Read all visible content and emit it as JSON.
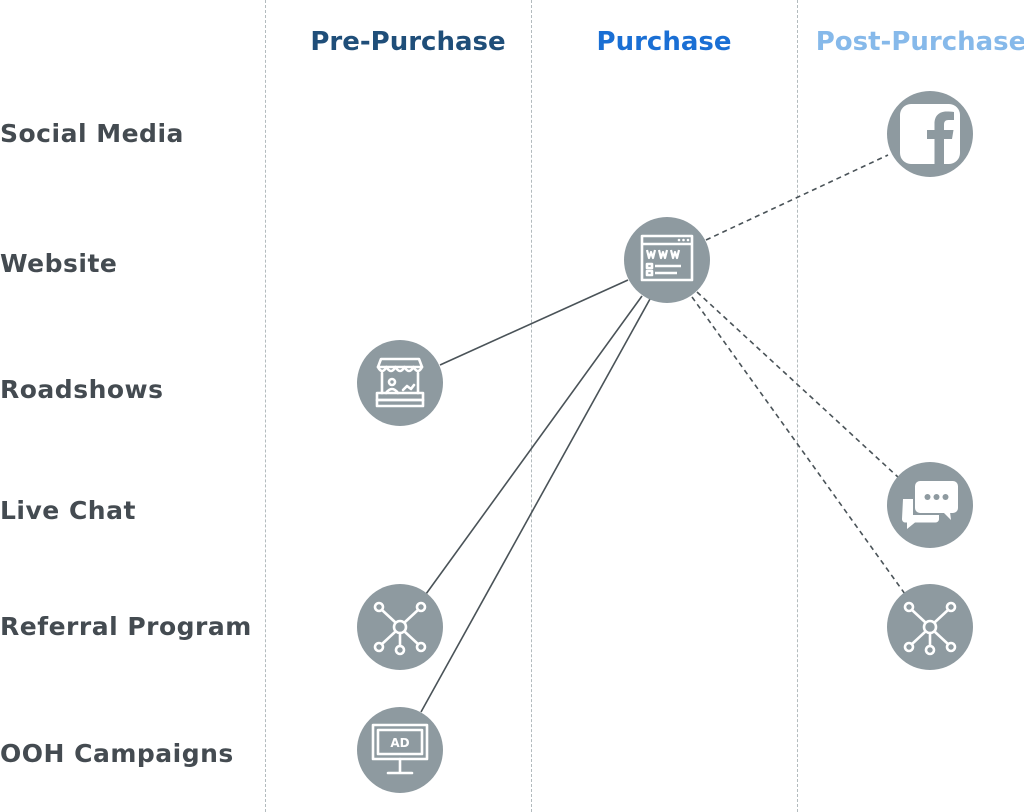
{
  "columns": {
    "pre_purchase": {
      "label": "Pre-Purchase",
      "color": "#1f4e79"
    },
    "purchase": {
      "label": "Purchase",
      "color": "#1a6fd4"
    },
    "post_purchase": {
      "label": "Post-Purchase",
      "color": "#86b9ea"
    }
  },
  "rows": {
    "social_media": "Social Media",
    "website": "Website",
    "roadshows": "Roadshows",
    "live_chat": "Live Chat",
    "referral_program": "Referral Program",
    "ooh_campaigns": "OOH Campaigns"
  },
  "nodes": {
    "facebook": {
      "icon": "facebook-icon",
      "row": "Social Media",
      "stage": "Post-Purchase"
    },
    "website": {
      "icon": "website-icon",
      "row": "Website",
      "stage": "Purchase"
    },
    "roadshow": {
      "icon": "storefront-icon",
      "row": "Roadshows",
      "stage": "Pre-Purchase"
    },
    "live_chat": {
      "icon": "chat-bubbles-icon",
      "row": "Live Chat",
      "stage": "Post-Purchase"
    },
    "referral_pre": {
      "icon": "network-icon",
      "row": "Referral Program",
      "stage": "Pre-Purchase"
    },
    "referral_post": {
      "icon": "network-icon",
      "row": "Referral Program",
      "stage": "Post-Purchase"
    },
    "ooh": {
      "icon": "billboard-icon",
      "row": "OOH Campaigns",
      "stage": "Pre-Purchase",
      "sign_text": "AD"
    }
  },
  "links": [
    {
      "from": "Roadshows",
      "to": "Website",
      "style": "solid"
    },
    {
      "from": "Referral Program (Pre-Purchase)",
      "to": "Website",
      "style": "solid"
    },
    {
      "from": "OOH Campaigns",
      "to": "Website",
      "style": "solid"
    },
    {
      "from": "Website",
      "to": "Social Media",
      "style": "dashed"
    },
    {
      "from": "Website",
      "to": "Live Chat",
      "style": "dashed"
    },
    {
      "from": "Website",
      "to": "Referral Program (Post-Purchase)",
      "style": "dashed"
    }
  ],
  "colors": {
    "node_fill": "#8e9aa0",
    "link_line": "#4a5358",
    "divider": "#b3bbbe",
    "label_text": "#444b51"
  }
}
